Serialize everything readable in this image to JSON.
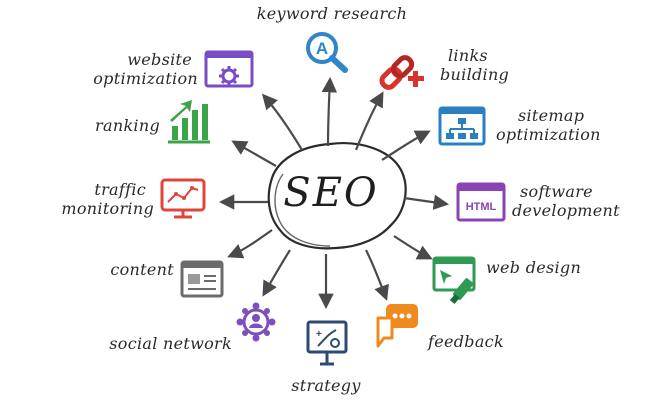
{
  "center": {
    "label": "SEO"
  },
  "nodes": [
    {
      "id": "keyword",
      "label": "keyword research",
      "icon": "search-letter-a-icon",
      "color": "#2f86c7"
    },
    {
      "id": "links",
      "label_lines": [
        "links",
        "building"
      ],
      "icon": "chain-link-plus-icon",
      "color": "#d9342b"
    },
    {
      "id": "sitemap",
      "label_lines": [
        "sitemap",
        "optimization"
      ],
      "icon": "sitemap-hierarchy-icon",
      "color": "#2a7fc0"
    },
    {
      "id": "software",
      "label_lines": [
        "software",
        "development"
      ],
      "icon": "html-window-icon",
      "icon_text": "HTML",
      "color": "#8b43b4"
    },
    {
      "id": "webdesign",
      "label": "web design",
      "icon": "design-window-brush-icon",
      "color": "#2f9a53"
    },
    {
      "id": "feedback",
      "label": "feedback",
      "icon": "speech-bubble-icon",
      "color": "#ef8a1f"
    },
    {
      "id": "strategy",
      "label": "strategy",
      "icon": "presentation-board-icon",
      "color": "#2c4a73"
    },
    {
      "id": "social",
      "label": "social network",
      "icon": "people-network-icon",
      "color": "#7b4fbf"
    },
    {
      "id": "content",
      "label": "content",
      "icon": "document-window-icon",
      "color": "#6b6b6b"
    },
    {
      "id": "traffic",
      "label_lines": [
        "traffic",
        "monitoring"
      ],
      "icon": "monitor-line-graph-icon",
      "color": "#e0453b"
    },
    {
      "id": "ranking",
      "label": "ranking",
      "icon": "bar-chart-arrow-icon",
      "color": "#3aa447"
    },
    {
      "id": "website",
      "label_lines": [
        "website",
        "optimization"
      ],
      "icon": "window-gear-icon",
      "color": "#7a4cc6"
    }
  ]
}
